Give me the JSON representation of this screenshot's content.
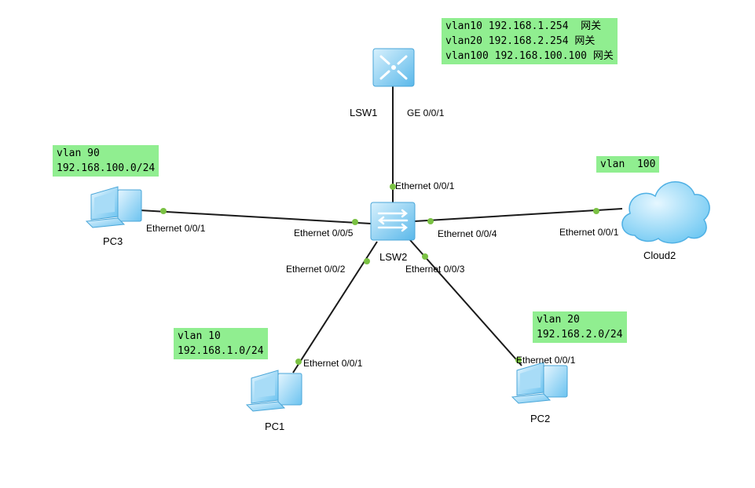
{
  "notes": {
    "gateways": {
      "line1": "vlan10 192.168.1.254  网关",
      "line2": "vlan20 192.168.2.254 网关",
      "line3": "vlan100 192.168.100.100 网关"
    },
    "pc3": {
      "line1": "vlan 90",
      "line2": "192.168.100.0/24"
    },
    "cloud2": {
      "line1": "vlan  100"
    },
    "pc1": {
      "line1": "vlan 10",
      "line2": "192.168.1.0/24"
    },
    "pc2": {
      "line1": "vlan 20",
      "line2": "192.168.2.0/24"
    }
  },
  "devices": {
    "lsw1": "LSW1",
    "lsw2": "LSW2",
    "pc1": "PC1",
    "pc2": "PC2",
    "pc3": "PC3",
    "cloud2": "Cloud2"
  },
  "ports": {
    "lsw1_ge": "GE 0/0/1",
    "lsw2_e1": "Ethernet 0/0/1",
    "lsw2_e2": "Ethernet 0/0/2",
    "lsw2_e3": "Ethernet 0/0/3",
    "lsw2_e4": "Ethernet 0/0/4",
    "lsw2_e5": "Ethernet 0/0/5",
    "pc3_e1": "Ethernet 0/0/1",
    "pc1_e1": "Ethernet 0/0/1",
    "pc2_e1": "Ethernet 0/0/1",
    "cloud2_e1": "Ethernet 0/0/1"
  },
  "colors": {
    "link": "#1a1a1a",
    "port_dot": "#7ac143",
    "note_bg": "#90ee90",
    "device_blue": "#6ec6f0"
  }
}
